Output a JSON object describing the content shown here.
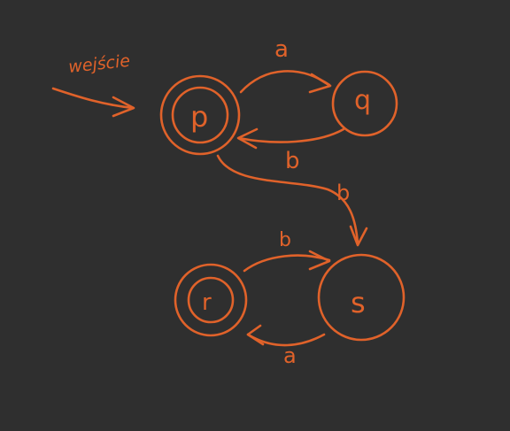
{
  "diagram": {
    "accent_color": "#e0622a",
    "background_color": "#2f2f2f",
    "start_label": "wejście",
    "states": [
      {
        "id": "p",
        "label": "p",
        "accepting": true,
        "start": true
      },
      {
        "id": "q",
        "label": "q",
        "accepting": false
      },
      {
        "id": "r",
        "label": "r",
        "accepting": true
      },
      {
        "id": "s",
        "label": "s",
        "accepting": false
      }
    ],
    "transitions": [
      {
        "from": "p",
        "to": "q",
        "label": "a"
      },
      {
        "from": "q",
        "to": "p",
        "label": "b"
      },
      {
        "from": "p",
        "to": "s",
        "label": "b"
      },
      {
        "from": "r",
        "to": "s",
        "label": "b"
      },
      {
        "from": "s",
        "to": "r",
        "label": "a"
      }
    ]
  }
}
